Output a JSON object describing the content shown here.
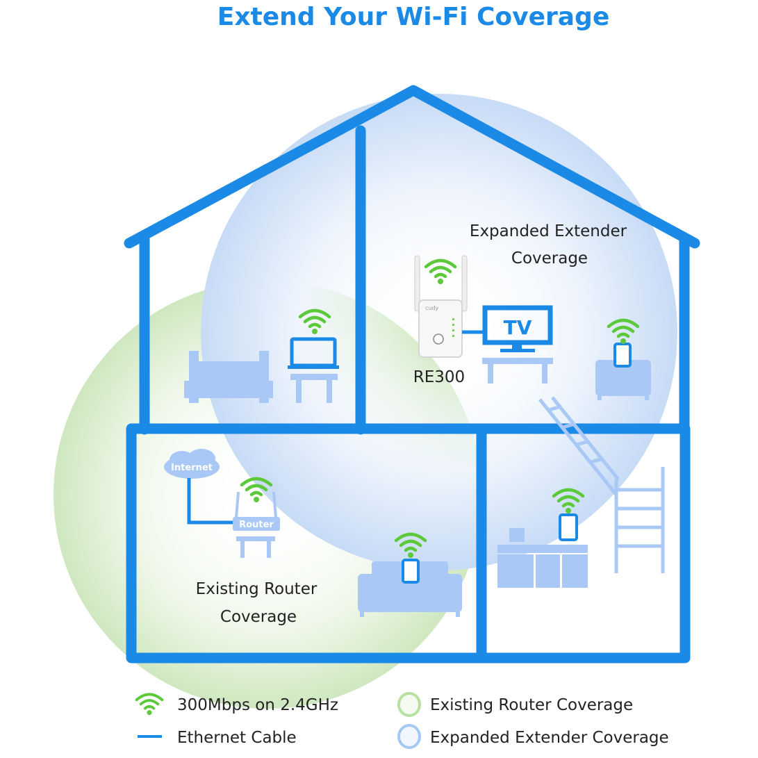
{
  "title": "Extend Your Wi-Fi Coverage",
  "labels": {
    "extender_coverage_line1": "Expanded Extender",
    "extender_coverage_line2": "Coverage",
    "router_coverage_line1": "Existing Router",
    "router_coverage_line2": "Coverage",
    "extender_model": "RE300",
    "extender_brand": "cudy",
    "tv": "TV",
    "internet": "Internet",
    "router": "Router"
  },
  "legend": [
    {
      "icon": "wifi-icon",
      "label": "300Mbps on 2.4GHz"
    },
    {
      "icon": "ethernet-line-icon",
      "label": "Ethernet Cable"
    },
    {
      "icon": "green-circle-icon",
      "label": "Existing Router Coverage"
    },
    {
      "icon": "blue-circle-icon",
      "label": "Expanded Extender Coverage"
    }
  ],
  "colors": {
    "house": "#1a8ae6",
    "wifi": "#5cc93a",
    "furniture": "#a9c8f5",
    "router_coverage": "#d6ecc9",
    "extender_coverage": "#cfe0f7"
  }
}
